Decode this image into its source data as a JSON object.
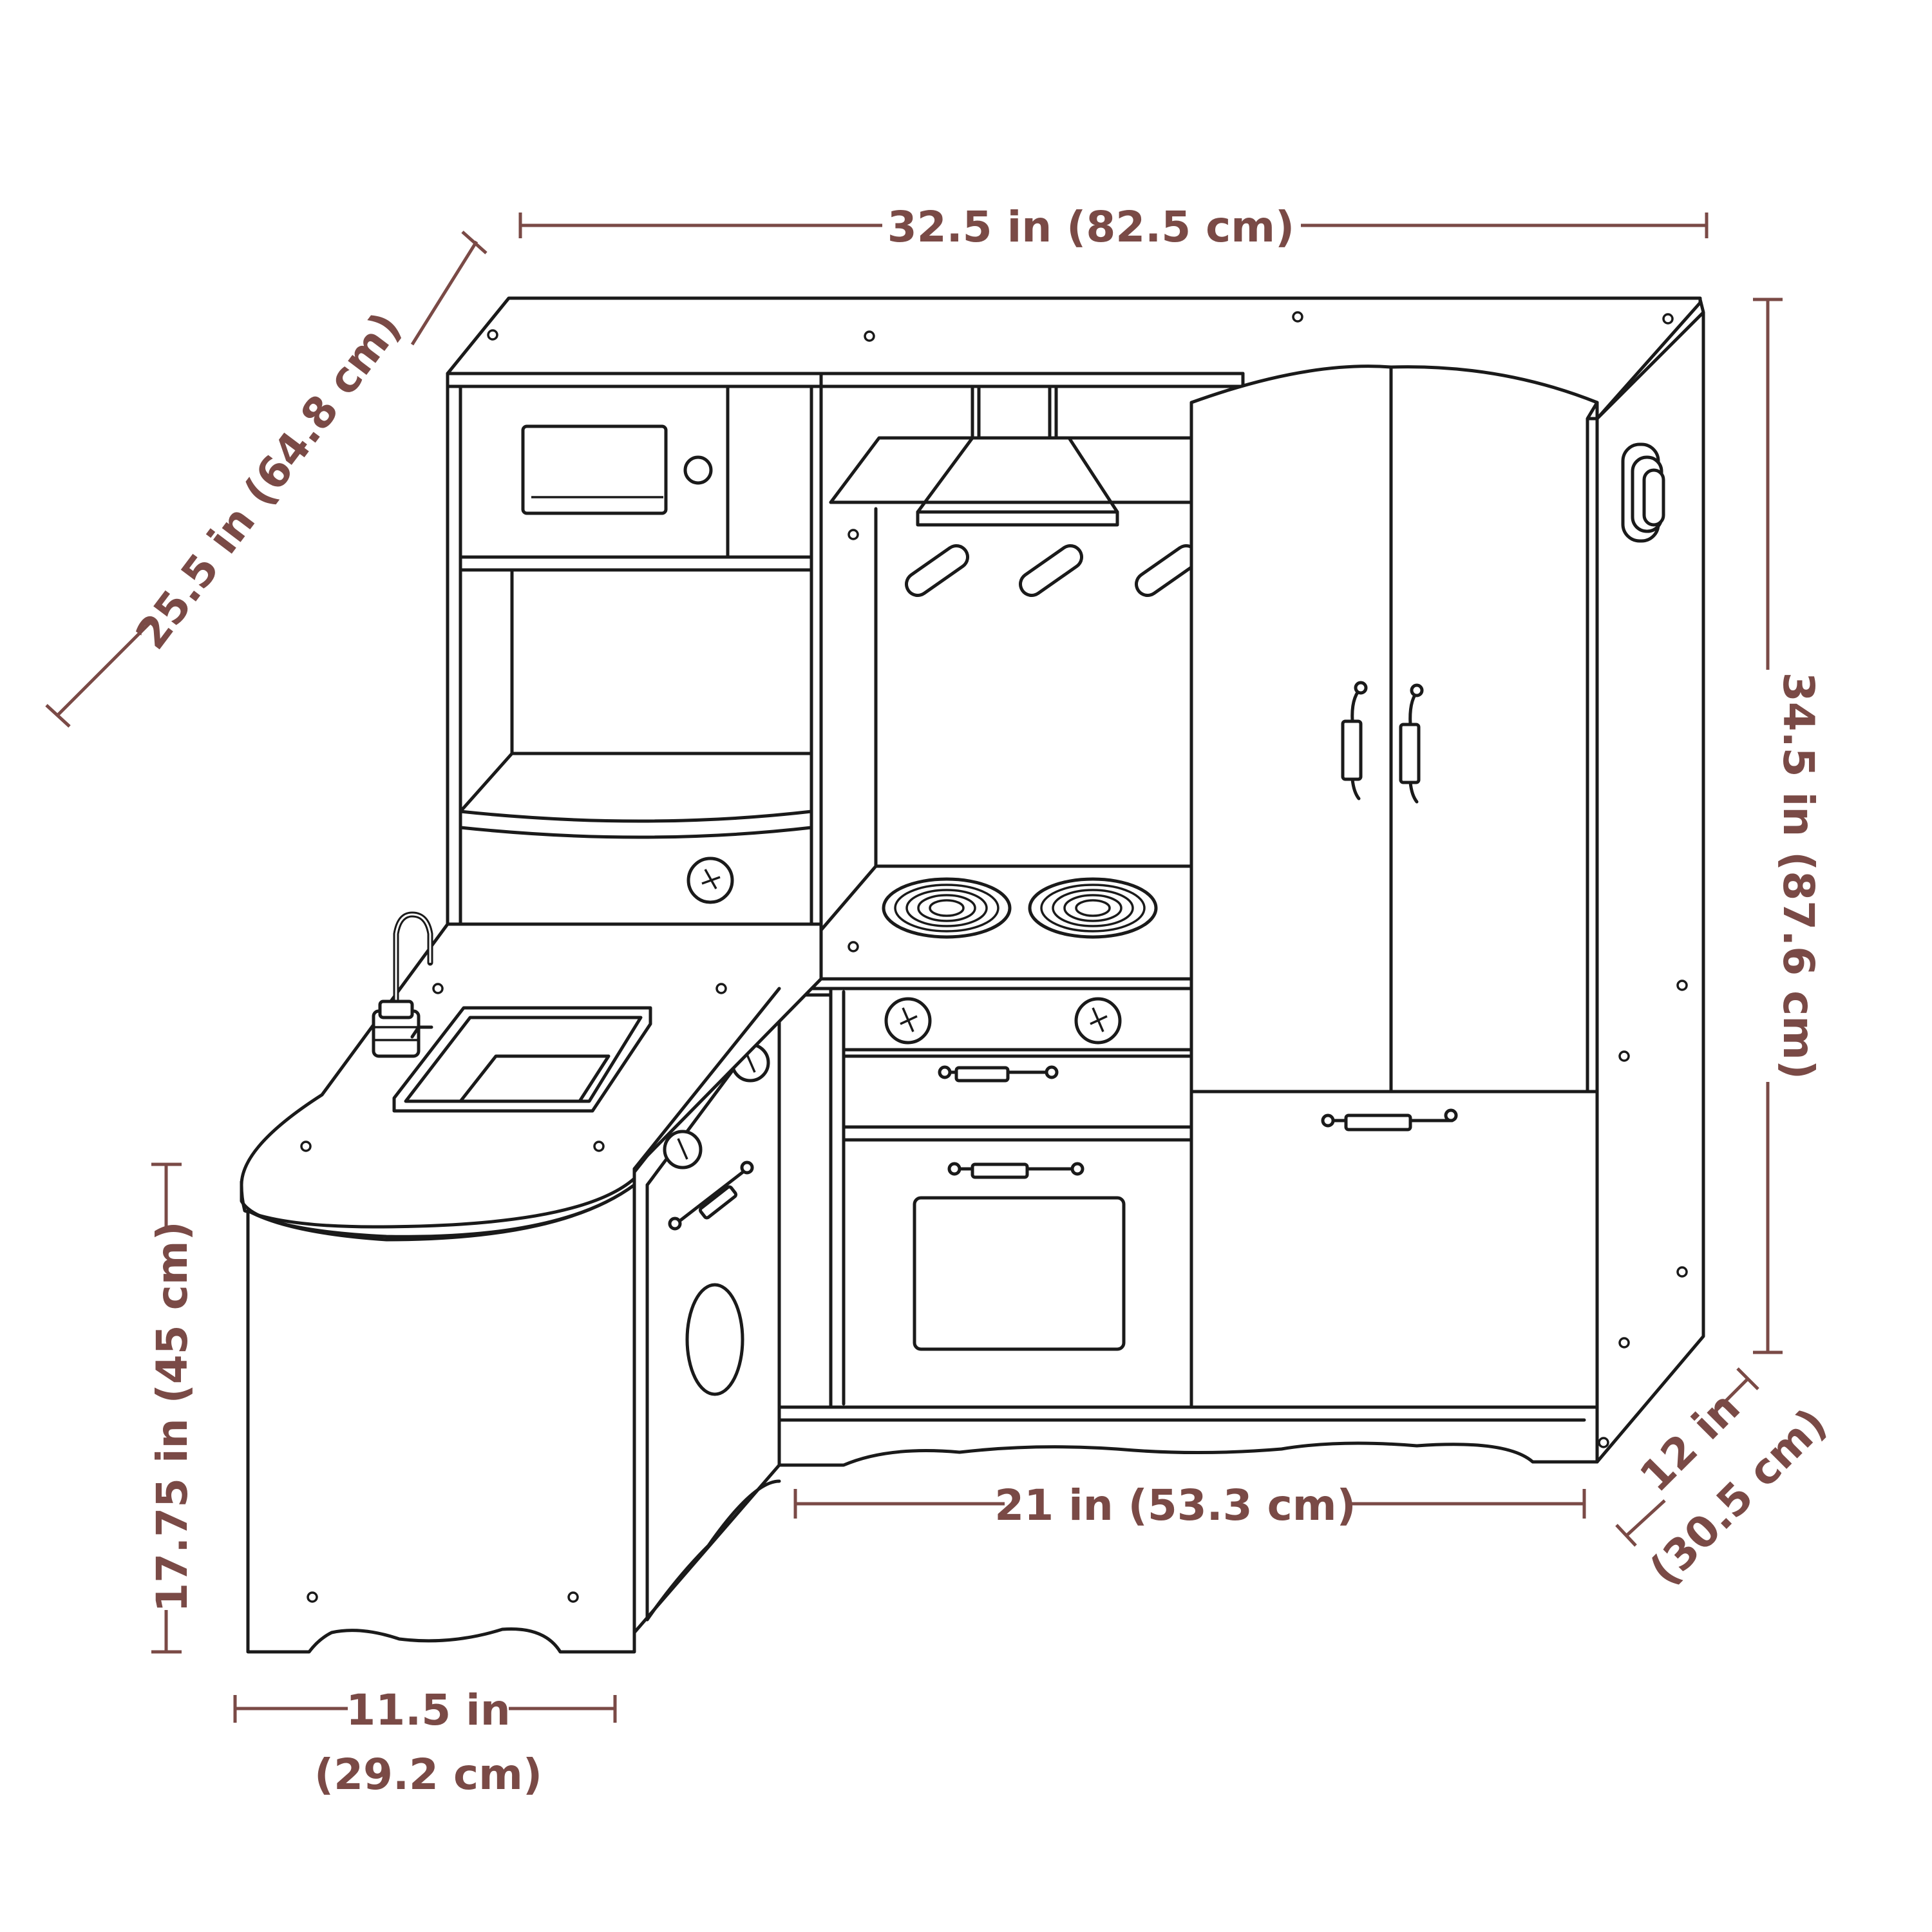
{
  "colors": {
    "dimension": "#7a4a46",
    "outline": "#1a1a1a",
    "background": "#ffffff"
  },
  "dimensions": {
    "top_width": "32.5 in (82.5 cm)",
    "diagonal_depth": "25.5 in (64.8 cm)",
    "total_height": "34.5 in (87.6 cm)",
    "counter_height": "17.75 in (45 cm)",
    "side_depth": "12 in",
    "side_depth_cm": "(30.5 cm)",
    "front_width": "21 in (53.3 cm)",
    "sink_width": "11.5 in",
    "sink_width_cm": "(29.2 cm)"
  }
}
